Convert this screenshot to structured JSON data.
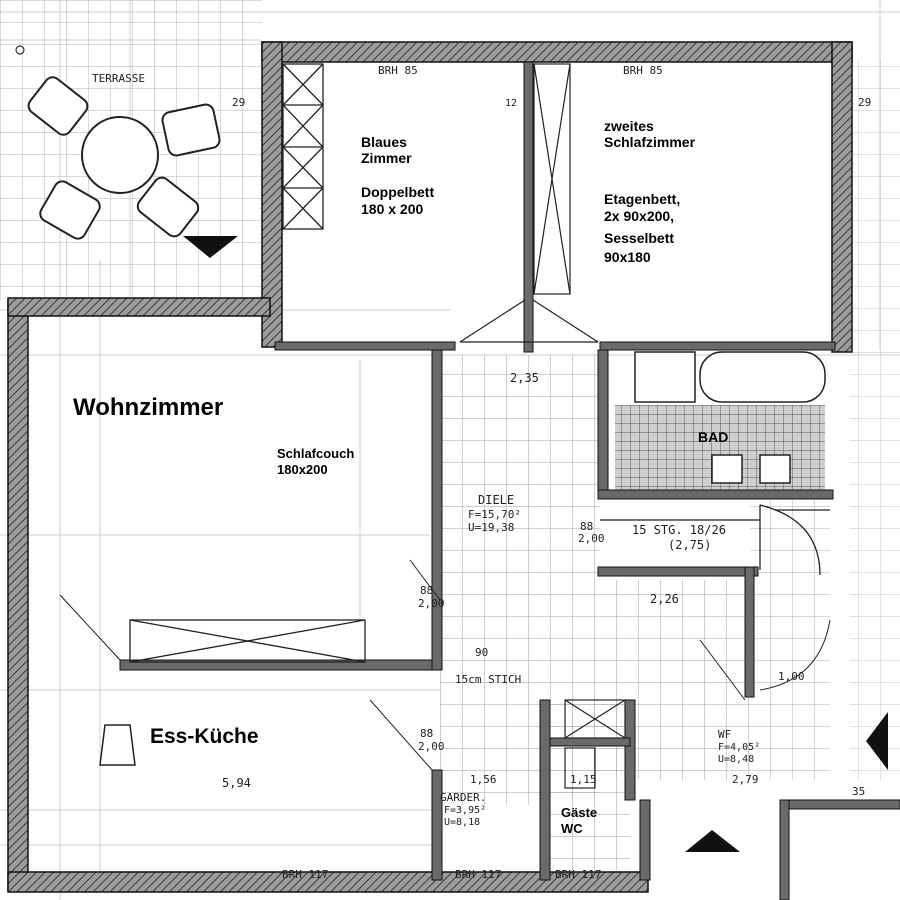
{
  "rooms": {
    "wohnzimmer": "Wohnzimmer",
    "schlafcouch_line1": "Schlafcouch",
    "schlafcouch_line2": "180x200",
    "blaues_line1": "Blaues",
    "blaues_line2": "Zimmer",
    "blaues_bed1": "Doppelbett",
    "blaues_bed2": "180 x 200",
    "zweites_line1": "zweites",
    "zweites_line2": "Schlafzimmer",
    "zweites_bed1": "Etagenbett,",
    "zweites_bed2": "2x 90x200,",
    "zweites_bed3": "Sesselbett",
    "zweites_bed4": "90x180",
    "bad": "BAD",
    "ess_kueche": "Ess-Küche",
    "gaeste_line1": "Gäste",
    "gaeste_line2": "WC"
  },
  "annotations": {
    "terrasse": "TERRASSE",
    "brh_left": "BRH 85",
    "brh_right": "BRH 85",
    "brh_bottom1": "BRH 117",
    "brh_bottom2": "BRH 117",
    "brh_bottom3": "BRH 117",
    "diele1": "DIELE",
    "diele2": "F=15,70²",
    "diele3": "U=19,38",
    "stairs": "15 STG. 18/26",
    "stairs2": "(2,75)",
    "dim_235": "2,35",
    "dim_226": "2,26",
    "dim_594": "5,94",
    "dim_200a": "2,00",
    "dim_200b": "2,00",
    "dim_200c": "2,00",
    "dim_88a": "88",
    "dim_88b": "88",
    "dim_88c": "88",
    "dim_90": "90",
    "dim_100": "1,00",
    "dim_156": "1,56",
    "dim_115": "1,15",
    "dim_279": "2,79",
    "dim_29a": "29",
    "dim_29b": "29",
    "dim_12": "12",
    "dim_35": "35",
    "stich": "15cm STICH",
    "garder1": "GARDER.",
    "garder2": "F=3,95²",
    "garder3": "U=8,18",
    "wf1": "WF",
    "wf2": "F=4,05²",
    "wf3": "U=8,48"
  },
  "colors": {
    "line": "#1a1a1a",
    "grid": "#8a8a8a",
    "hatch": "#555555"
  },
  "icons": [
    "entrance-arrow-icon",
    "terrace-arrow-icon",
    "up-arrow-icon"
  ]
}
